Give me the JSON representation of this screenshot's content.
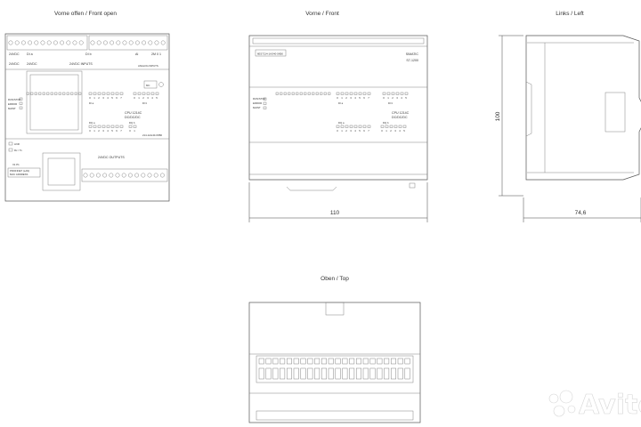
{
  "views": {
    "front_open": {
      "title": "Vorne offen / Front open",
      "terminal_top_labels": [
        "24VDC",
        "DI a",
        "DI b",
        "AI",
        "2M 0 1"
      ],
      "top_sections": [
        "24VDC",
        "24VDC INPUTS",
        "ANALOG INPUTS"
      ],
      "di_a_label": "DI a",
      "di_b_label": "DI b",
      "mc_label": "MC",
      "side_labels": [
        "RUN/STOP",
        "ERROR",
        "MAINT"
      ],
      "cpu_name": "CPU 1214C",
      "cpu_type": "DC/DC/DC",
      "dq_a_label": "DQ a",
      "dq_b_label": "DQ b",
      "order_number": "214-1AG40-0XB0",
      "link_label": "LINK",
      "rxtx_label": "Rx / Tx",
      "x1_label": "X1 P1",
      "profinet_label": "PROFINET (LAN)",
      "mac_label": "MAC ADDRESS",
      "outputs_label": "24VDC OUTPUTS"
    },
    "front": {
      "title": "Vorne / Front",
      "brand": "SIMATIC",
      "model": "S7-1200",
      "order_plate": "6ES7214-1AG40-0XB0",
      "side_labels": [
        "RUN/STOP",
        "ERROR",
        "MAINT"
      ],
      "di_a_label": "DI a",
      "di_b_label": "DI b",
      "dq_a_label": "DQ a",
      "dq_b_label": "DQ b",
      "cpu_name": "CPU 1214C",
      "cpu_type": "DC/DC/DC",
      "width_dim": "110"
    },
    "left": {
      "title": "Links / Left",
      "height_dim": "100",
      "depth_dim": "74,6"
    },
    "top": {
      "title": "Oben / Top"
    }
  },
  "digits": {
    "row8": [
      "0",
      "1",
      "2",
      "3",
      "4",
      "5",
      "6",
      "7"
    ],
    "row6": [
      "0",
      "1",
      "2",
      "3",
      "4",
      "5"
    ],
    "row2": [
      "0",
      "1"
    ]
  },
  "watermark": "Avito"
}
